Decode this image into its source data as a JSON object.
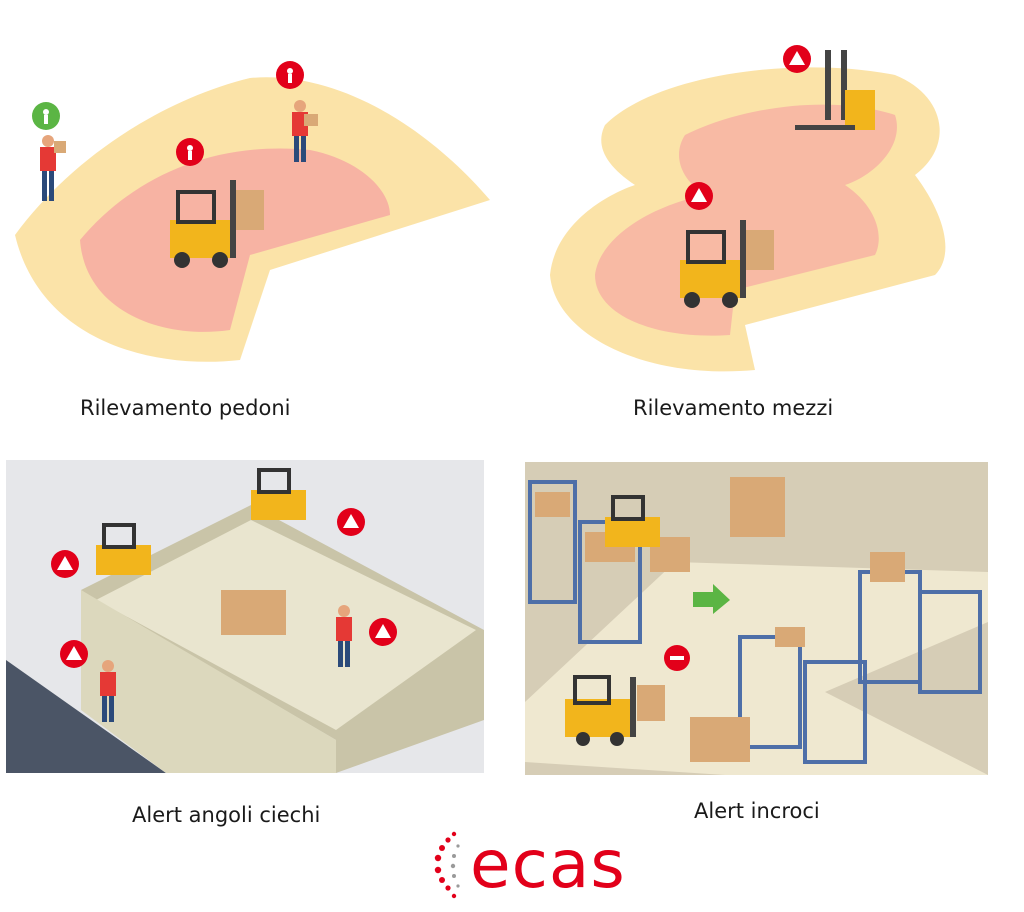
{
  "panels": [
    {
      "caption": "Rilevamento pedoni"
    },
    {
      "caption": "Rilevamento mezzi"
    },
    {
      "caption": "Alert angoli ciechi"
    },
    {
      "caption": "Alert incroci"
    }
  ],
  "brand": {
    "name": "ecas",
    "color": "#e2001a"
  },
  "colors": {
    "zone_outer": "#fbe3a8",
    "zone_inner": "#f7b3a3",
    "forklift": "#f2b51c",
    "alert_red": "#e2001a",
    "ok_green": "#5bb544",
    "warehouse_floor": "#efe8d0",
    "shelf_blue": "#4e6fa8",
    "box": "#d9a976"
  },
  "icons": [
    "pedestrian-alert-icon",
    "pedestrian-ok-icon",
    "warning-triangle-icon",
    "no-entry-icon",
    "direction-arrow-icon"
  ]
}
